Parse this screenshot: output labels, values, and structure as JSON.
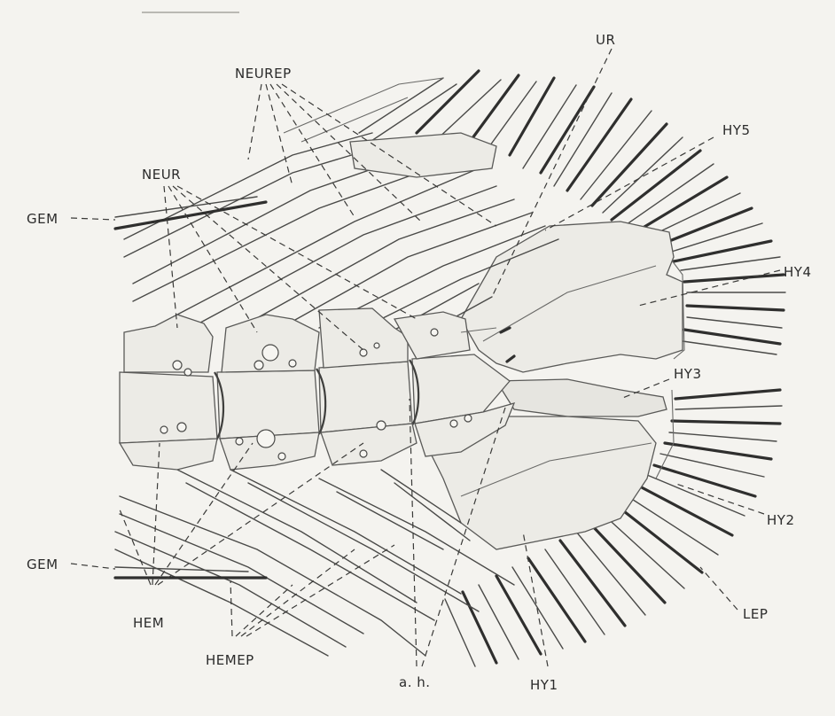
{
  "labels": {
    "neurep": "NEUREP",
    "ur": "UR",
    "hy5": "HY5",
    "neur": "NEUR",
    "gem_top": "GEM",
    "hy4": "HY4",
    "hy3": "HY3",
    "hy2": "HY2",
    "gem_bottom": "GEM",
    "lep": "LEP",
    "hem": "HEM",
    "hemep": "HEMEP",
    "ah": "a. h.",
    "hy1": "HY1"
  }
}
